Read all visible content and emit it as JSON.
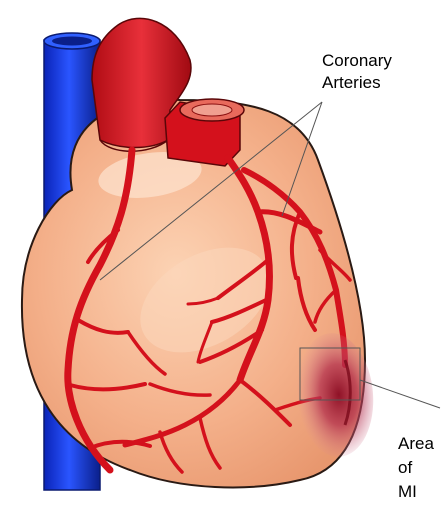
{
  "labels": {
    "coronary_line1": "Coronary",
    "coronary_line2": "Arteries",
    "mi_line1": "Area",
    "mi_line2": "of",
    "mi_line3": "MI"
  },
  "colors": {
    "heart_fill": "#f5b58e",
    "heart_outline": "#2a1a14",
    "artery": "#d4111c",
    "artery_dark": "#9c0b12",
    "vein": "#1438e0",
    "vein_dark": "#0a1f8a",
    "infarct": "#b0203a",
    "pointer_line": "#555555"
  }
}
